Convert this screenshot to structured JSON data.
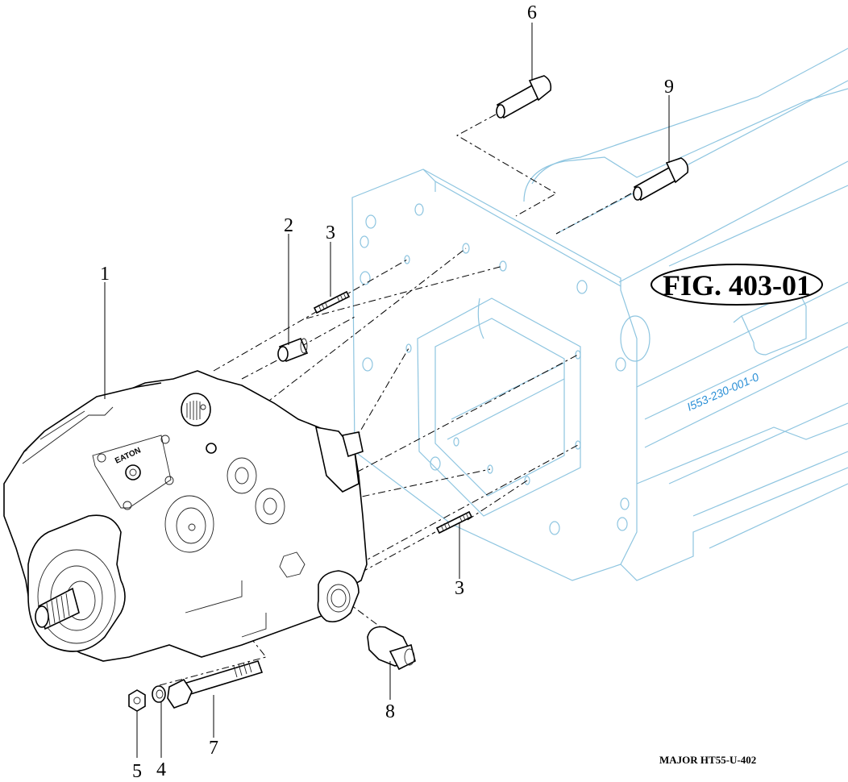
{
  "figure": {
    "title": "FIG. 403-01",
    "housing_part_number": "I553-230-001-0",
    "document_reference": "MAJOR HT55-U-402",
    "brand_mark": "EATON"
  },
  "callouts": [
    {
      "id": "1",
      "label": "1",
      "part": "hydraulic-pump"
    },
    {
      "id": "2",
      "label": "2",
      "part": "dowel-sleeve"
    },
    {
      "id": "3a",
      "label": "3",
      "part": "stud-upper"
    },
    {
      "id": "3b",
      "label": "3",
      "part": "stud-lower"
    },
    {
      "id": "4",
      "label": "4",
      "part": "washer"
    },
    {
      "id": "5",
      "label": "5",
      "part": "nut"
    },
    {
      "id": "6",
      "label": "6",
      "part": "flange-bolt-upper"
    },
    {
      "id": "7",
      "label": "7",
      "part": "long-bolt"
    },
    {
      "id": "8",
      "label": "8",
      "part": "fitting"
    },
    {
      "id": "9",
      "label": "9",
      "part": "flange-bolt-right"
    }
  ],
  "colors": {
    "housing_line": "#8ec5e0",
    "part_number_text": "#2a8fd6",
    "ink": "#000000"
  }
}
